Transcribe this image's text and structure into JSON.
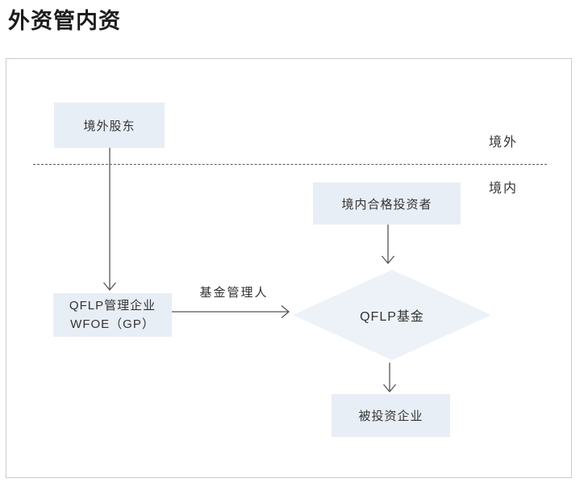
{
  "page": {
    "title": "外资管内资"
  },
  "diagram": {
    "regions": {
      "outside_label": "境外",
      "inside_label": "境内"
    },
    "nodes": {
      "overseas_shareholder": {
        "label": "境外股东"
      },
      "domestic_qualified_investor": {
        "label": "境内合格投资者"
      },
      "qflp_manager": {
        "line1": "QFLP管理企业",
        "line2": "WFOE（GP）"
      },
      "qflp_fund": {
        "label": "QFLP基金"
      },
      "investee_company": {
        "label": "被投资企业"
      }
    },
    "edges": {
      "fund_manager_label": "基金管理人"
    },
    "colors": {
      "node_fill": "#e8eef5",
      "diamond_fill": "#edf2f8",
      "arrow": "#555555",
      "canvas_border": "#cbcbcb"
    }
  }
}
